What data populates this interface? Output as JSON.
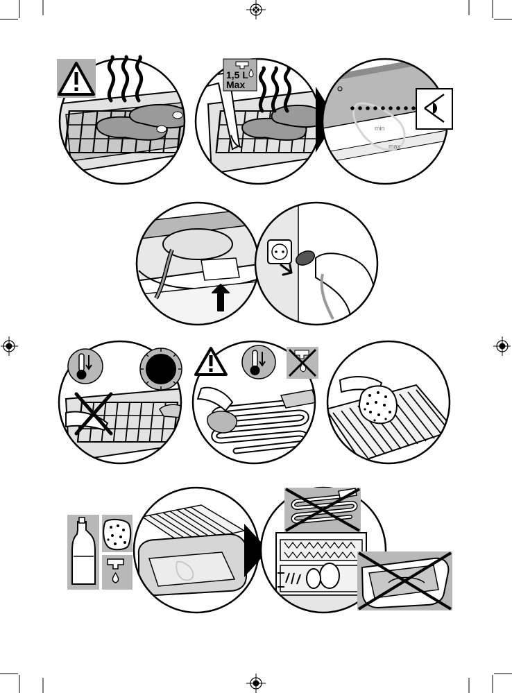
{
  "labels": {
    "water_volume": "1,5 L",
    "water_max": "Max",
    "gauge_min": "min",
    "gauge_max": "max"
  },
  "colors": {
    "ink": "#000000",
    "stroke": "#333333",
    "light_grey": "#e0e0e0",
    "mid_grey": "#b8b8b8",
    "dark_grey": "#8c8c8c",
    "meat": "#9a9a9a",
    "white": "#ffffff"
  },
  "icons": [
    "crop-mark-icon",
    "registration-mark-icon",
    "warning-triangle-icon",
    "steam-icon",
    "water-tap-icon",
    "play-arrow-icon",
    "eye-icon",
    "up-arrow-icon",
    "power-socket-icon",
    "thermometer-down-icon",
    "timer-dial-icon",
    "no-water-icon",
    "cross-mark-icon",
    "sponge-icon",
    "detergent-bottle-icon",
    "dishwasher-icon"
  ]
}
